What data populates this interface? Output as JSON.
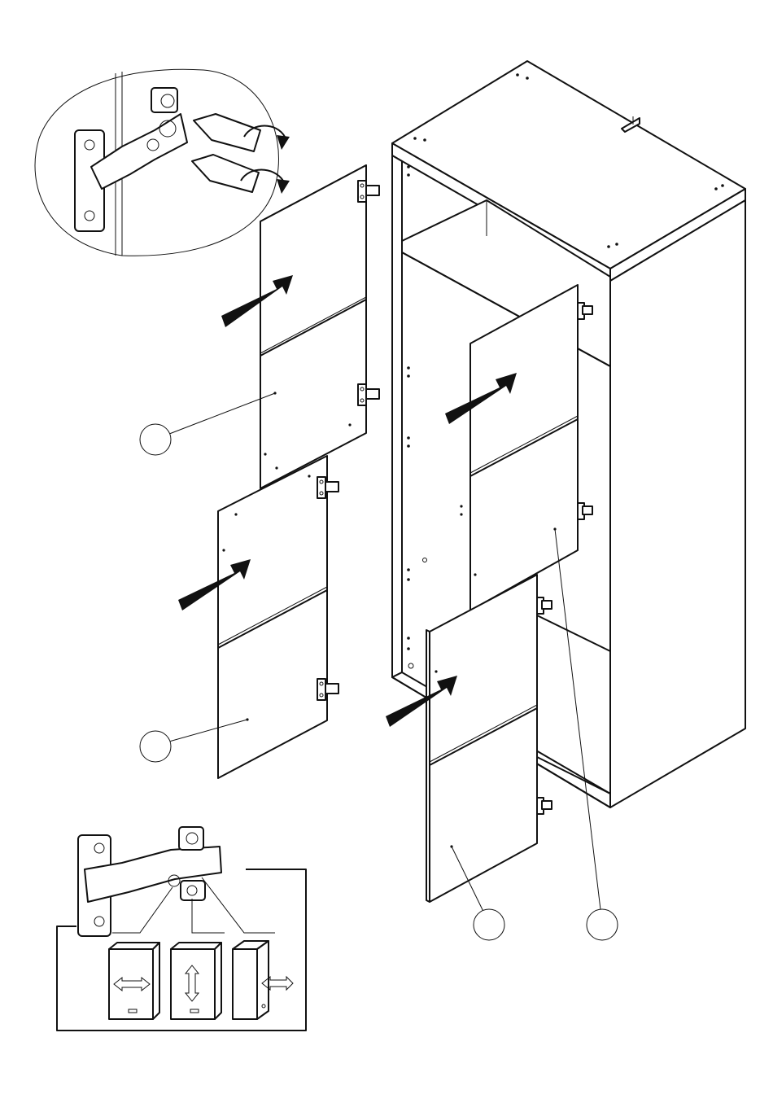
{
  "diagram": {
    "type": "assembly-instruction",
    "callout_count": 4,
    "adjust_directions": [
      "left-right",
      "up-down",
      "in-out"
    ],
    "colors": {
      "ink": "#111111",
      "paper": "#ffffff"
    }
  }
}
